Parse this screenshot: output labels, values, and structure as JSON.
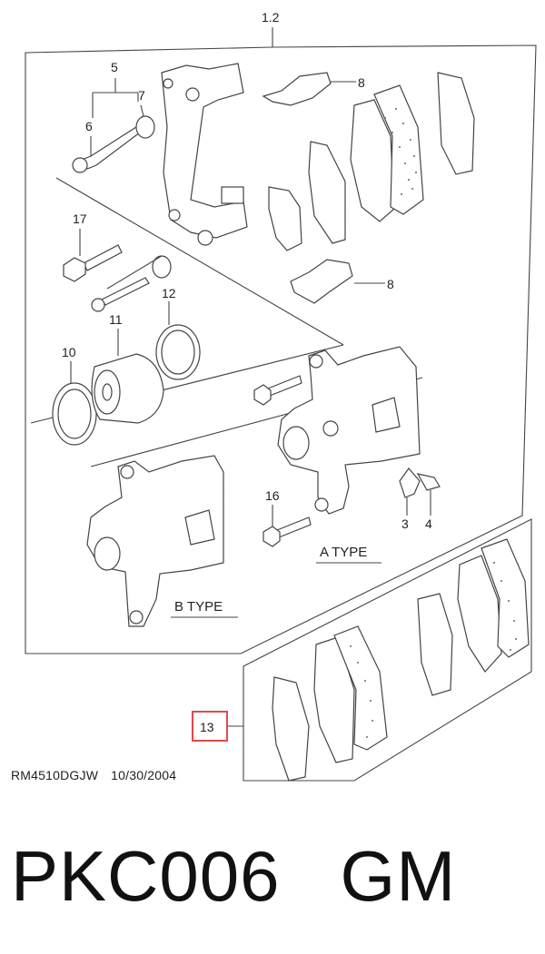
{
  "diagram": {
    "callouts": {
      "assembly": "1.2",
      "c3": "3",
      "c4": "4",
      "c5": "5",
      "c6": "6",
      "c7": "7",
      "c8a": "8",
      "c8b": "8",
      "c10": "10",
      "c11": "11",
      "c12": "12",
      "c13": "13",
      "c16": "16",
      "c17": "17"
    },
    "a_type_label": "A TYPE",
    "b_type_label": "B TYPE",
    "highlight_color": "#e24a4a"
  },
  "footer": {
    "doc_code": "RM4510DGJW",
    "doc_date": "10/30/2004"
  },
  "title": {
    "part_number": "PKC006",
    "brand": "GM"
  }
}
